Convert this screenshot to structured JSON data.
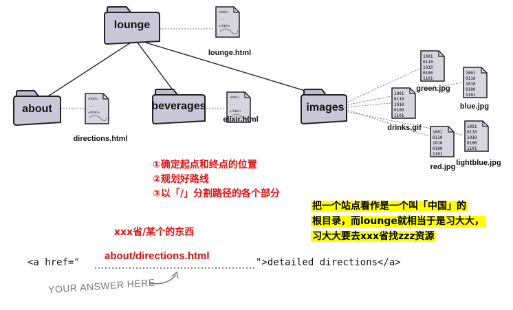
{
  "folders": {
    "lounge": "lounge",
    "about": "about",
    "beverages": "beverages",
    "images": "images"
  },
  "files": {
    "lounge_html": "lounge.html",
    "directions_html": "directions.html",
    "elixir_html": "elixir.html",
    "green_jpg": "green.jpg",
    "blue_jpg": "blue.jpg",
    "drinks_gif": "drinks.gif",
    "red_jpg": "red.jpg",
    "lightblue_jpg": "lightblue.jpg"
  },
  "steps": [
    "①确定起点和终点的位置",
    "②规划好路线",
    "③以「/」分割路径的各个部分"
  ],
  "note": {
    "line1": "把一个站点看作是一个叫「中国」的",
    "line2": "根目录，而lounge就相当于是习大大，",
    "line3": "习大大要去xxx省找zzz资源"
  },
  "hint_label": "xxx省/某个的东西",
  "code": {
    "prefix": "<a href=\"",
    "suffix": "\">detailed directions</a>"
  },
  "answer": "about/directions.html",
  "answer_caption": "YOUR ANSWER HERE",
  "colors": {
    "folder_fill": "#c9c7d8",
    "red": "#e01010",
    "highlight": "#ffff00"
  }
}
